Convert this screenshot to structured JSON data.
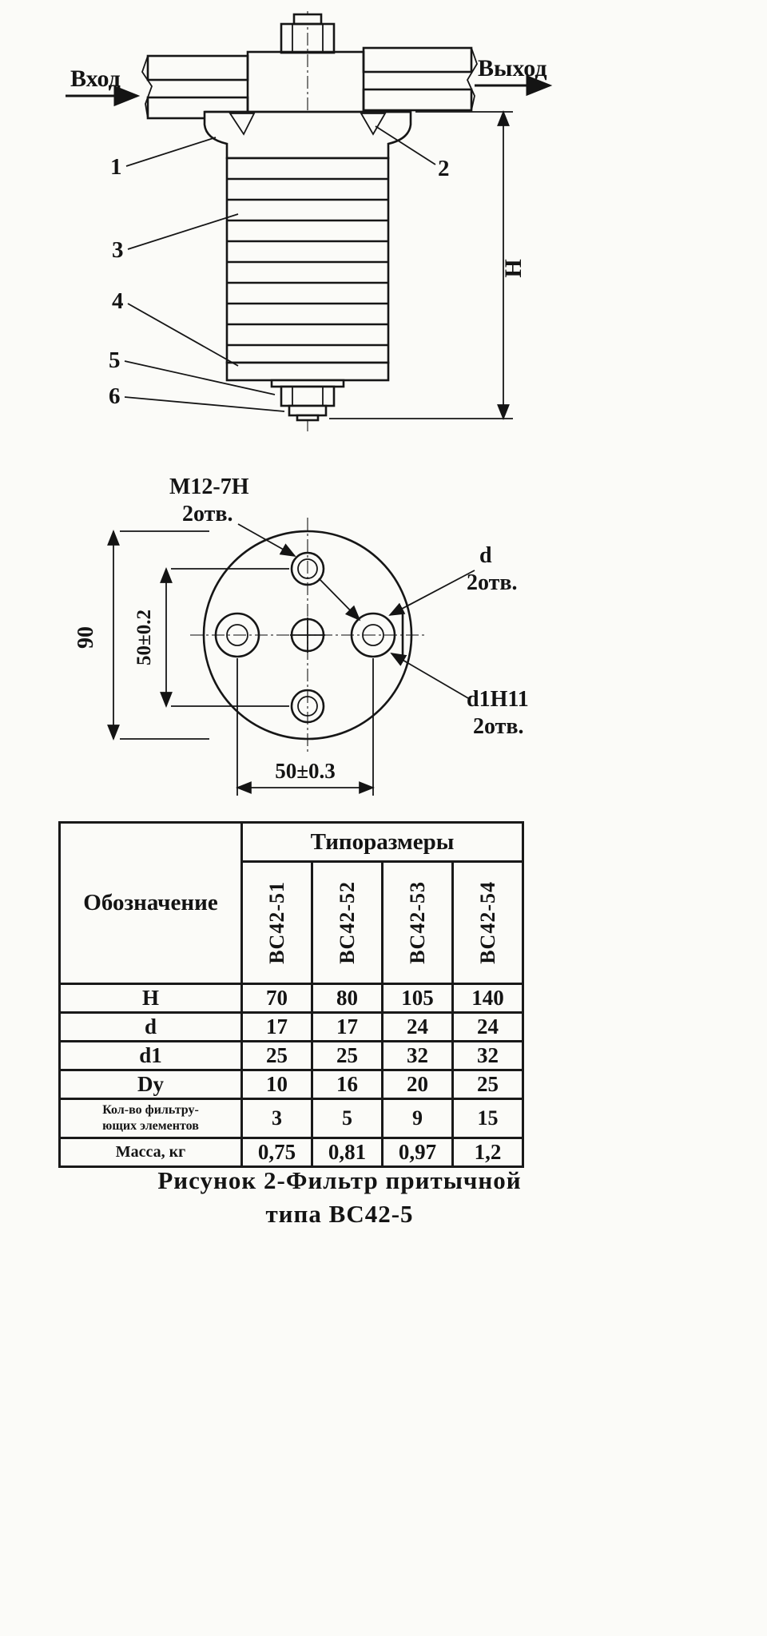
{
  "section_view": {
    "inlet": "Вход",
    "outlet": "Выход",
    "height_dim": "Н",
    "callout_1": "1",
    "callout_2": "2",
    "callout_3": "3",
    "callout_4": "4",
    "callout_5": "5",
    "callout_6": "6"
  },
  "flange_view": {
    "thread_label": "М12-7Н",
    "thread_count": "2отв.",
    "d_label": "d",
    "d_count": "2отв.",
    "d1_label": "d1Н11",
    "d1_count": "2отв.",
    "dia_overall": "90",
    "pitch_vertical": "50±0.2",
    "pitch_horizontal": "50±0.3"
  },
  "table": {
    "header_designation": "Обозначение",
    "header_sizes": "Типоразмеры",
    "columns": [
      "ВС42-51",
      "ВС42-52",
      "ВС42-53",
      "ВС42-54"
    ],
    "rows": [
      {
        "label": "Н",
        "values": [
          "70",
          "80",
          "105",
          "140"
        ]
      },
      {
        "label": "d",
        "values": [
          "17",
          "17",
          "24",
          "24"
        ]
      },
      {
        "label": "d1",
        "values": [
          "25",
          "25",
          "32",
          "32"
        ]
      },
      {
        "label": "Dy",
        "values": [
          "10",
          "16",
          "20",
          "25"
        ]
      },
      {
        "label": "Кол-во фильтру-\nющих элементов",
        "values": [
          "3",
          "5",
          "9",
          "15"
        ]
      },
      {
        "label": "Масса, кг",
        "values": [
          "0,75",
          "0,81",
          "0,97",
          "1,2"
        ]
      }
    ]
  },
  "caption": {
    "line1": "Рисунок 2-Фильтр притычной",
    "line2": "типа ВС42-5"
  }
}
